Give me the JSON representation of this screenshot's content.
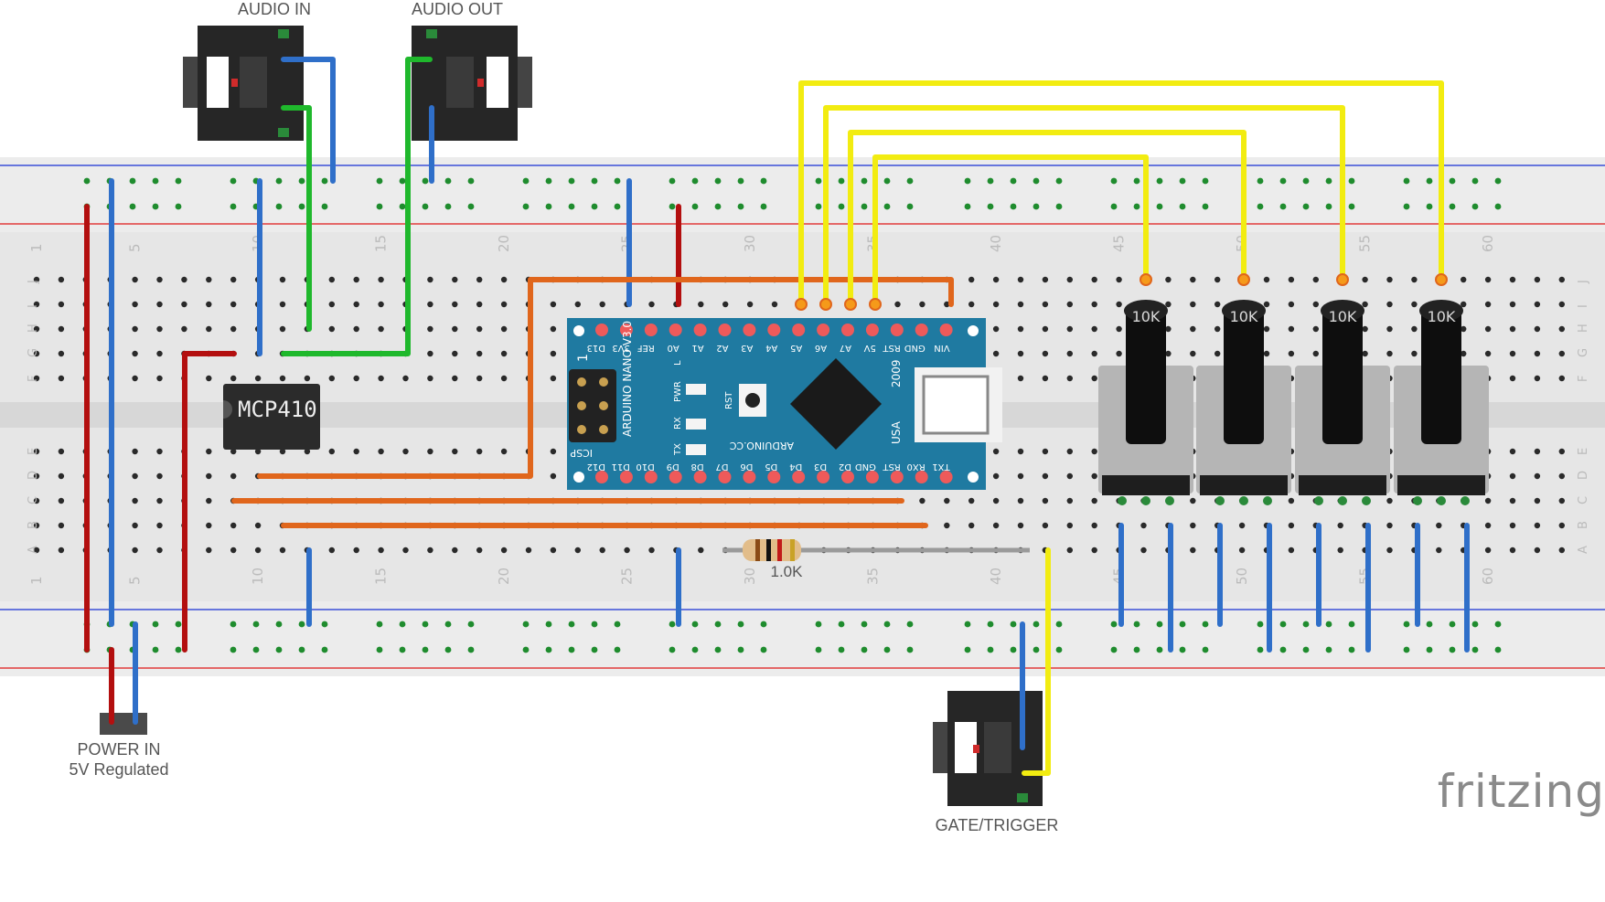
{
  "labels": {
    "audio_in": "AUDIO IN",
    "audio_out": "AUDIO OUT",
    "power_in_1": "POWER IN",
    "power_in_2": "5V Regulated",
    "gate_trigger": "GATE/TRIGGER",
    "resistor": "1.0K",
    "chip": "MCP410",
    "pot": "10K",
    "brand": "fritzing"
  },
  "breadboard": {
    "column_numbers": [
      "1",
      "5",
      "10",
      "15",
      "20",
      "25",
      "30",
      "35",
      "40",
      "45",
      "50",
      "55",
      "60"
    ],
    "row_letters_top": [
      "J",
      "I",
      "H",
      "G",
      "F"
    ],
    "row_letters_bottom": [
      "E",
      "D",
      "C",
      "B",
      "A"
    ]
  },
  "arduino": {
    "top_pins": [
      "D12",
      "D11",
      "D10",
      "D9",
      "D8",
      "D7",
      "D6",
      "D5",
      "D4",
      "D3",
      "D2",
      "GND",
      "RST",
      "RX0",
      "TX1"
    ],
    "bottom_pins": [
      "VIN",
      "GND",
      "RST",
      "5V",
      "A7",
      "A6",
      "A5",
      "A4",
      "A3",
      "A2",
      "A1",
      "A0",
      "REF",
      "3V3",
      "D13"
    ],
    "text_board": "ARDUINO NANO V3.0",
    "text_year": "2009",
    "text_usa": "USA",
    "text_cc": "ARDUINO.CC",
    "text_icsp": "ICSP",
    "text_one": "1",
    "led_labels": [
      "L",
      "PWR",
      "RX",
      "TX"
    ],
    "rst_label": "RST"
  },
  "colors": {
    "red": "#b30f0f",
    "blue": "#2f6fc9",
    "green": "#1fb82c",
    "orange": "#e0661c",
    "yellow": "#f2ec11",
    "board": "#1f7aa1",
    "breadboard": "#e4e4e4",
    "rail_red": "#e13b3b",
    "rail_blue": "#3b4fd8"
  }
}
